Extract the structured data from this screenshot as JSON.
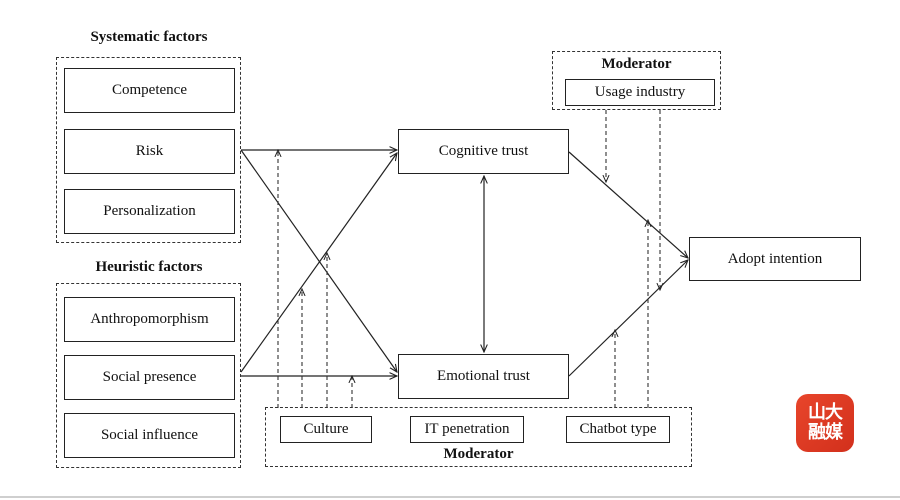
{
  "groups": {
    "systematic": {
      "title": "Systematic factors",
      "items": [
        "Competence",
        "Risk",
        "Personalization"
      ]
    },
    "heuristic": {
      "title": "Heuristic factors",
      "items": [
        "Anthropomorphism",
        "Social presence",
        "Social influence"
      ]
    },
    "moderator_top": {
      "title": "Moderator",
      "items": [
        "Usage industry"
      ]
    },
    "moderator_bottom": {
      "title": "Moderator",
      "items": [
        "Culture",
        "IT penetration",
        "Chatbot type"
      ]
    }
  },
  "nodes": {
    "cognitive_trust": "Cognitive trust",
    "emotional_trust": "Emotional trust",
    "adopt_intention": "Adopt intention"
  },
  "logo": {
    "text": "山大融媒",
    "color": "#e03a22"
  }
}
